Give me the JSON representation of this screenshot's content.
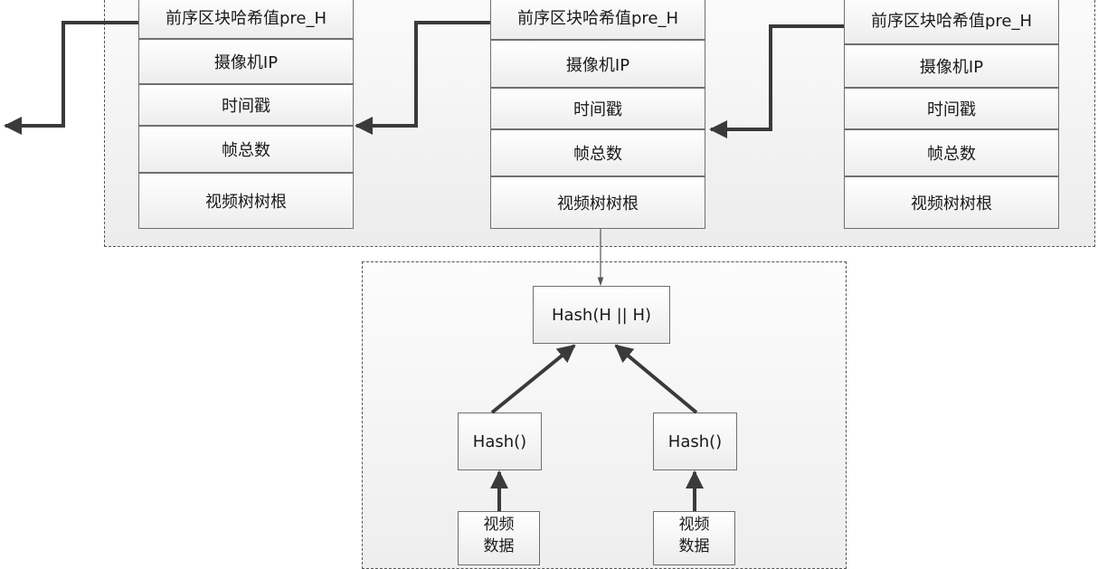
{
  "blocks": [
    {
      "fields": [
        "前序区块哈希值pre_H",
        "摄像机IP",
        "时间戳",
        "帧总数",
        "视频树树根"
      ]
    },
    {
      "fields": [
        "前序区块哈希值pre_H",
        "摄像机IP",
        "时间戳",
        "帧总数",
        "视频树树根"
      ]
    },
    {
      "fields": [
        "前序区块哈希值pre_H",
        "摄像机IP",
        "时间戳",
        "帧总数",
        "视频树树根"
      ]
    }
  ],
  "merkle": {
    "root": "Hash(H || H)",
    "left_hash": "Hash()",
    "right_hash": "Hash()",
    "left_data": "视频数据",
    "right_data": "视频数据"
  }
}
